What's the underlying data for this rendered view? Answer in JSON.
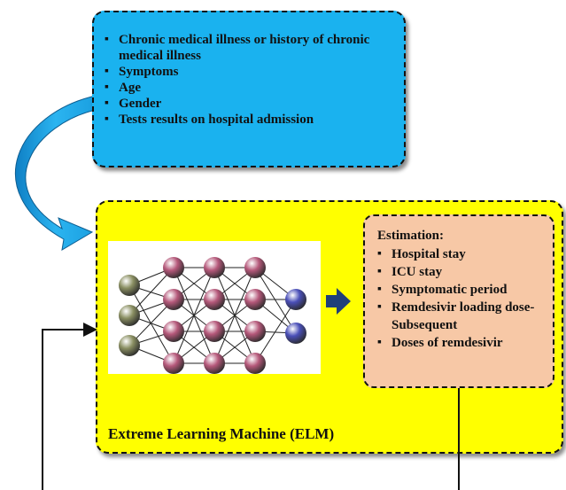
{
  "inputs": {
    "items": [
      "Chronic medical illness or history of chronic medical illness",
      "Symptoms",
      "Age",
      "Gender",
      "Tests results on hospital admission"
    ]
  },
  "elm": {
    "title": "Extreme Learning Machine (ELM)"
  },
  "estimation": {
    "title": "Estimation:",
    "items": [
      "Hospital stay",
      "ICU stay",
      "Symptomatic period",
      "Remdesivir loading dose-Subsequent",
      "Doses of remdesivir"
    ]
  },
  "network": {
    "input_nodes": 3,
    "hidden_layers": [
      4,
      4,
      4
    ],
    "output_nodes": 2,
    "colors": {
      "input": "#8a8f62",
      "hidden": "#b5587a",
      "output": "#4a4fb8",
      "box_inputs": "#1ab2ef",
      "box_elm": "#ffff00",
      "box_estimation": "#f7c8a6",
      "arrow_curved": "#1a9fe0",
      "arrow_right": "#1f3f7a"
    }
  }
}
